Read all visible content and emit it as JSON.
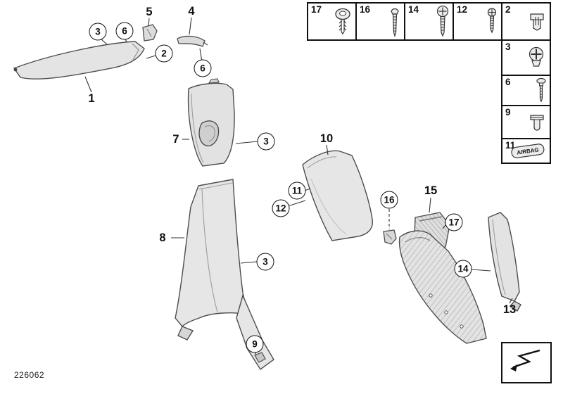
{
  "doc_number": "226062",
  "fastener_table": {
    "cells": [
      {
        "num": "17",
        "icon": "expanding-rivet"
      },
      {
        "num": "16",
        "icon": "oval-head-screw"
      },
      {
        "num": "14",
        "icon": "pan-head-screw"
      },
      {
        "num": "12",
        "icon": "fillister-head-screw"
      },
      {
        "num": "2",
        "icon": "spring-clip"
      },
      {
        "num": "3",
        "icon": "grommet"
      },
      {
        "num": "6",
        "icon": "expanding-pin"
      },
      {
        "num": "9",
        "icon": "clamp-bracket"
      },
      {
        "num": "11",
        "icon": "airbag-emblem",
        "text": "AIRBAG"
      }
    ]
  },
  "callouts": [
    {
      "label": "3"
    },
    {
      "label": "6"
    },
    {
      "label": "2"
    },
    {
      "label": "6"
    },
    {
      "label": "3"
    },
    {
      "label": "3"
    },
    {
      "label": "9"
    },
    {
      "label": "11"
    },
    {
      "label": "12"
    },
    {
      "label": "16"
    },
    {
      "label": "17"
    },
    {
      "label": "14"
    }
  ],
  "part_labels": [
    {
      "label": "1"
    },
    {
      "label": "5"
    },
    {
      "label": "4"
    },
    {
      "label": "7"
    },
    {
      "label": "8"
    },
    {
      "label": "10"
    },
    {
      "label": "15"
    },
    {
      "label": "13"
    }
  ]
}
